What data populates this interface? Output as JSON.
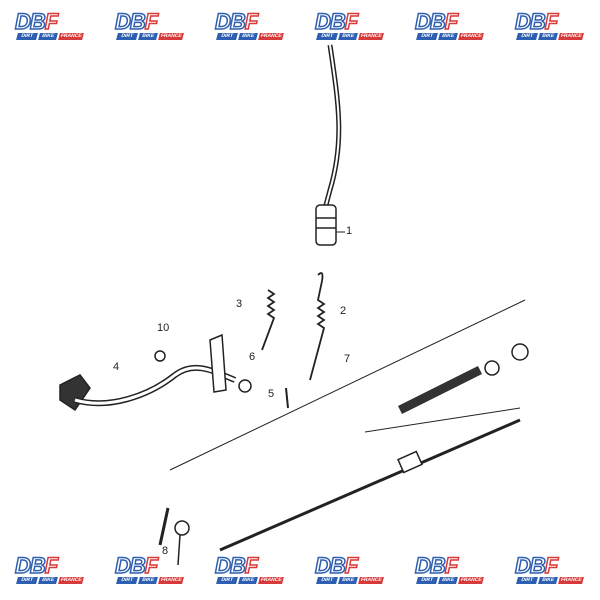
{
  "brand": {
    "logo_text": "DBF",
    "sub": [
      "DIRT",
      "BIKE",
      "FRANCE"
    ],
    "blue": "#2f5fb0",
    "red": "#d63a3a"
  },
  "callouts": [
    "1",
    "2",
    "3",
    "4",
    "5",
    "6",
    "7",
    "8",
    "10"
  ]
}
